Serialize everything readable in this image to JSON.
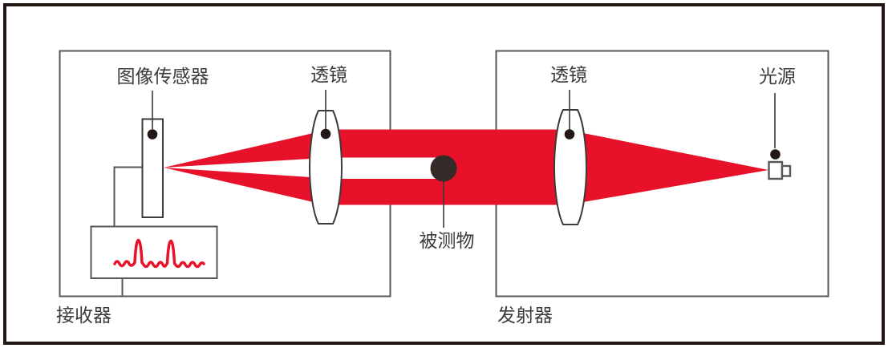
{
  "diagram": {
    "title_none": "",
    "labels": {
      "image_sensor": "图像传感器",
      "lens_left": "透镜",
      "lens_right": "透镜",
      "light_source": "光源",
      "measured_object": "被测物",
      "receiver": "接收器",
      "emitter": "发射器"
    },
    "colors": {
      "beam_red": "#e8112a",
      "waveform_red": "#e8112a",
      "text_dark": "#3e3a39",
      "component_outline": "#3e3a39",
      "box_border_gray": "#5a5654",
      "outer_border": "#231815",
      "object_fill": "#342c29",
      "dot_fill": "#231815",
      "background": "#ffffff"
    },
    "icons": {
      "lens": "biconvex-lens",
      "sensor": "image-sensor-bar",
      "source": "light-source-emitter",
      "object": "measured-object-dot",
      "signal": "waveform-two-peaks"
    }
  }
}
